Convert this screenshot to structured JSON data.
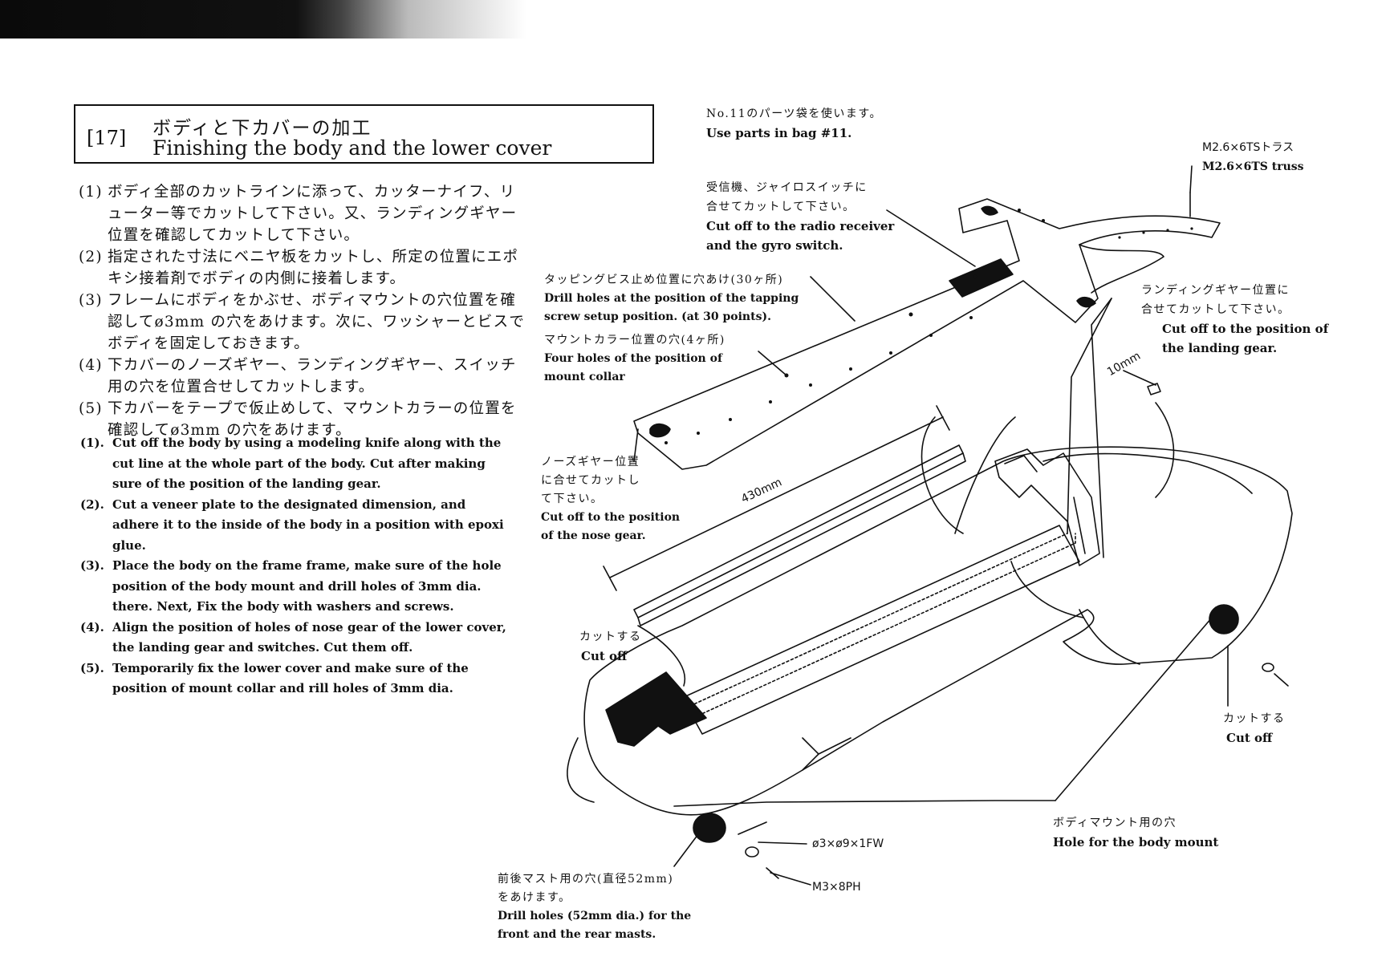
{
  "header": {
    "step": "[17]",
    "title_ja": "ボディと下カバーの加工",
    "title_en": "Finishing the body and the lower cover"
  },
  "instructions_ja": [
    {
      "n": "(1)",
      "text": "ボディ全部のカットラインに添って、カッターナイフ、リューター等でカットして下さい。又、ランディングギヤー位置を確認してカットして下さい。"
    },
    {
      "n": "(2)",
      "text": "指定された寸法にベニヤ板をカットし、所定の位置にエポキシ接着剤でボディの内側に接着します。"
    },
    {
      "n": "(3)",
      "text": "フレームにボディをかぶせ、ボディマウントの穴位置を確認してø3mm の穴をあけます。次に、ワッシャーとビスでボディを固定しておきます。"
    },
    {
      "n": "(4)",
      "text": "下カバーのノーズギヤー、ランディングギヤー、スイッチ用の穴を位置合せしてカットします。"
    },
    {
      "n": "(5)",
      "text": "下カバーをテープで仮止めして、マウントカラーの位置を確認してø3mm の穴をあけます。"
    }
  ],
  "instructions_en": [
    {
      "n": "(1).",
      "text": "Cut off the body by using a modeling knife along with the cut line at the whole part of the body. Cut after making sure of the position of the landing gear."
    },
    {
      "n": "(2).",
      "text": "Cut a veneer plate to the designated dimension, and adhere it to the inside of the body in a position with epoxi glue."
    },
    {
      "n": "(3).",
      "text": "Place the body on the frame frame, make sure of the hole position of the body mount and drill holes of 3mm dia. there. Next, Fix the body with washers and screws."
    },
    {
      "n": "(4).",
      "text": "Align the position of holes of nose gear of the lower cover, the landing gear and switches. Cut them off."
    },
    {
      "n": "(5).",
      "text": "Temporarily fix the lower cover and make sure of the position of mount collar and rill holes of 3mm dia."
    }
  ],
  "callouts": {
    "parts_bag": {
      "ja": "No.11のパーツ袋を使います。",
      "en": "Use parts in bag #11."
    },
    "truss_screw": {
      "ja": "M2.6×6TSトラス",
      "en": "M2.6×6TS truss"
    },
    "radio_receiver": {
      "ja1": "受信機、ジャイロスイッチに",
      "ja2": "合せてカットして下さい。",
      "en1": "Cut off to the radio receiver",
      "en2": "and the gyro switch."
    },
    "tapping_screw": {
      "ja": "タッピングビス止め位置に穴あけ(30ヶ所)",
      "en1": "Drill holes at the position of the tapping",
      "en2": "screw setup position. (at 30 points)."
    },
    "mount_collar": {
      "ja": "マウントカラー位置の穴(4ヶ所)",
      "en1": "Four holes of the position of",
      "en2": "mount collar"
    },
    "landing_gear": {
      "ja1": "ランディングギヤー位置に",
      "ja2": "合せてカットして下さい。",
      "en1": "Cut off to the position of",
      "en2": "the landing gear."
    },
    "dim_10mm": "10mm",
    "dim_430mm": "430mm",
    "nose_gear": {
      "ja1": "ノーズギヤー位置",
      "ja2": "に合せてカットし",
      "ja3": "て下さい。",
      "en1": "Cut off to the position",
      "en2": "of the nose gear."
    },
    "cut_off_left": {
      "ja": "カットする",
      "en": "Cut off"
    },
    "cut_off_right": {
      "ja": "カットする",
      "en": "Cut off"
    },
    "body_mount": {
      "ja": "ボディマウント用の穴",
      "en": "Hole for the body mount"
    },
    "washer": "ø3×ø9×1FW",
    "screw": "M3×8PH",
    "mast_holes": {
      "ja1": "前後マスト用の穴(直径52mm)",
      "ja2": "をあけます。",
      "en1": "Drill holes (52mm dia.) for the",
      "en2": "front and the rear masts."
    }
  }
}
